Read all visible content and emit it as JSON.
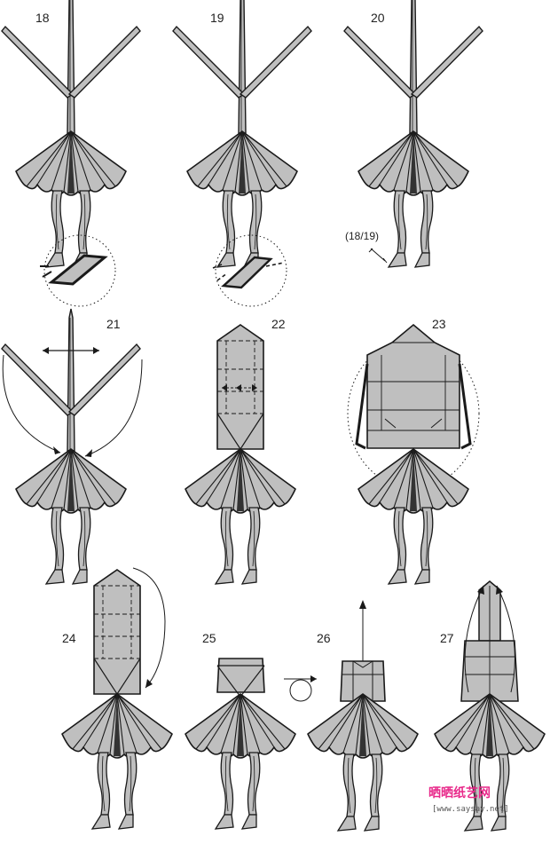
{
  "steps": [
    "18",
    "19",
    "20",
    "21",
    "22",
    "23",
    "24",
    "25",
    "26",
    "27"
  ],
  "reference_label": "(18/19)",
  "watermark": {
    "chinese": "晒晒纸艺网",
    "url": "[www.saysay.net]"
  },
  "colors": {
    "paper": "#bfbfbf",
    "dark": "#333333",
    "line": "#1a1a1a",
    "mid": "#8c8c8c",
    "watermark": "#e8298a"
  }
}
